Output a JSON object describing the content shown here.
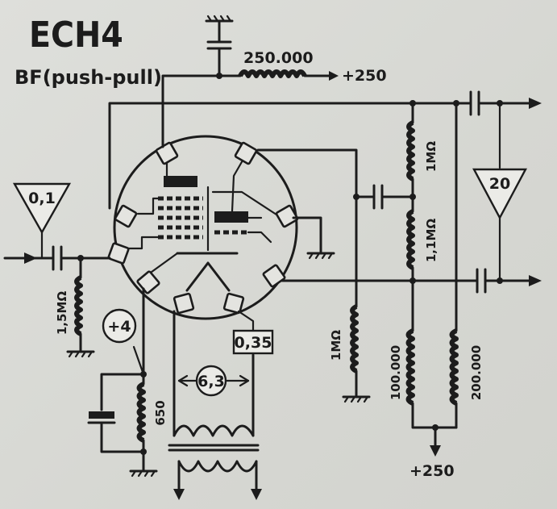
{
  "title": "ECH4",
  "subtitle": "BF(push-pull)",
  "labels": {
    "anode_resistor": "250.000",
    "anode_supply_top": "+250",
    "input_triangle": "0,1",
    "output_triangle": "20",
    "grid_resistor": "1,5MΩ",
    "bias_voltage": "+4",
    "cathode_resistor": "650",
    "heater_current": "0,35",
    "heater_voltage": "6,3",
    "triode_grid_resistor": "1MΩ",
    "divider_upper": "1MΩ",
    "divider_lower": "1,1MΩ",
    "load_resistor_a": "100.000",
    "load_resistor_b": "200.000",
    "supply_bottom": "+250"
  },
  "colors": {
    "ink": "#1c1c1c",
    "paper": "#d9d9d5"
  }
}
